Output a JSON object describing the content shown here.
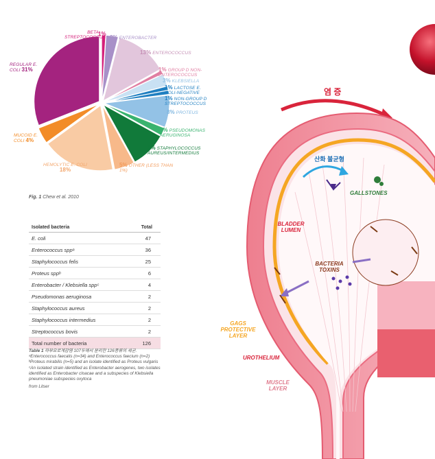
{
  "chart_data": {
    "type": "pie",
    "title": "",
    "slices": [
      {
        "label": "BETA STREPTOCOCCUS",
        "value": 1,
        "pct": "1%",
        "color": "#d41f7a"
      },
      {
        "label": "ENTEROBACTER",
        "value": 3,
        "pct": "3%",
        "color": "#a890c8"
      },
      {
        "label": "ENTEROCOCCUS",
        "value": 13,
        "pct": "13%",
        "color": "#e2c6dc"
      },
      {
        "label": "GROUP D NON-ENTEROCOCCUS",
        "value": 1,
        "pct": "1%",
        "color": "#e07ea2"
      },
      {
        "label": "KLEBSIELLA",
        "value": 3,
        "pct": "3%",
        "color": "#c9e1f3"
      },
      {
        "label": "LACTOSE E. COLI-NEGATIVE",
        "value": 1,
        "pct": "1%",
        "color": "#1f7fc1"
      },
      {
        "label": "NON-GROUP D STREPTOCOCCUS",
        "value": 1,
        "pct": "1%",
        "color": "#1f7fc1"
      },
      {
        "label": "PROTEUS",
        "value": 8,
        "pct": "8%",
        "color": "#93c2e6"
      },
      {
        "label": "PSEUDOMONAS AERUGINOSA",
        "value": 2,
        "pct": "2%",
        "color": "#39b36f"
      },
      {
        "label": "STAPHYLOCOCCUS AUREUS/INTERMEDIUS",
        "value": 9,
        "pct": "9%",
        "color": "#117a3a"
      },
      {
        "label": "OTHER (LESS THAN 1%)",
        "value": 5,
        "pct": "5%",
        "color": "#f7b98a"
      },
      {
        "label": "HEMOLYTIC E. COLI",
        "value": 18,
        "pct": "18%",
        "color": "#f9cba4"
      },
      {
        "label": "MUCOID E. COLI",
        "value": 4,
        "pct": "4%",
        "color": "#f28c28"
      },
      {
        "label": "REGULAR E. COLI",
        "value": 31,
        "pct": "31%",
        "color": "#a4237f"
      }
    ]
  },
  "figure1": {
    "label": "Fig. 1",
    "caption": "Chew et al. 2010"
  },
  "table": {
    "headers": [
      "Isolated bacteria",
      "Total"
    ],
    "rows": [
      [
        "E. coli",
        "47"
      ],
      [
        "Enterococcus sppᵃ",
        "36"
      ],
      [
        "Staphylococcus felis",
        "25"
      ],
      [
        "Proteus sppᵇ",
        "6"
      ],
      [
        "Enterobacter / Klebsiella sppᶜ",
        "4"
      ],
      [
        "Pseudomonas aeruginosa",
        "2"
      ],
      [
        "Staphylococcus aureus",
        "2"
      ],
      [
        "Staphylococcus intermedius",
        "2"
      ],
      [
        "Streptococcus bovis",
        "2"
      ]
    ],
    "total": [
      "Total number of bacteria",
      "126"
    ]
  },
  "table1": {
    "label": "Table 1",
    "caption": "하부요로계감염 107두에서 분리한 126종류의 세균.",
    "notes": [
      "ᵃEnterococcus faecalis (n=34) and Enterococcus faecium (n=2)",
      "ᵇProteus mirabilis (n=5) and an isolate identified as Proteus vulgaris",
      "ᶜAn isolated strain identified as Enterobacter aerogenes, two isolates identified as Enterobacter cloacae and a subspecies of Klebsiella pneumoniae subspecies oxytoca"
    ],
    "source": "from Litser"
  },
  "illustration": {
    "inflammation": "염 증",
    "oxidative": "산화 불균형",
    "gallstones": "GALLSTONES",
    "bladder_lumen": "BLADDER LUMEN",
    "bacteria_toxins": "BACTERIA TOXINS",
    "gags": "GAGs PROTECTIVE LAYER",
    "urothelium": "UROTHELIUM",
    "muscle": "MUSCLE LAYER"
  }
}
